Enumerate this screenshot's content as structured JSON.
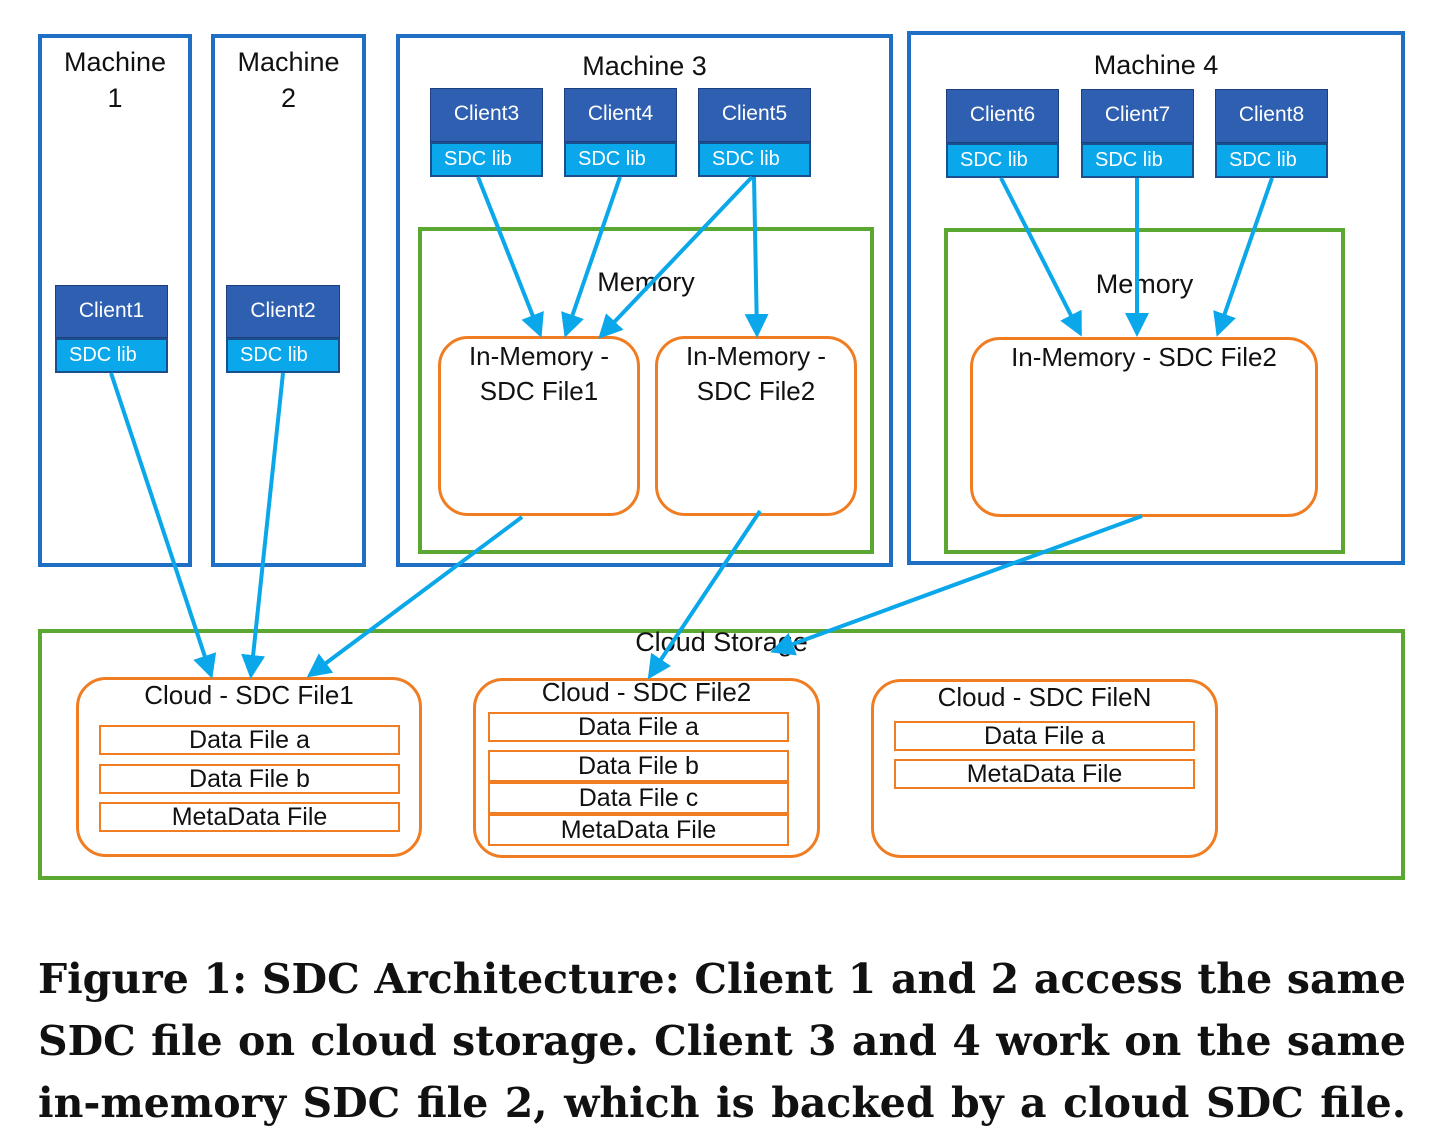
{
  "machines": [
    {
      "label": "Machine\n1"
    },
    {
      "label": "Machine\n2"
    },
    {
      "label": "Machine 3"
    },
    {
      "label": "Machine 4"
    }
  ],
  "clients": [
    {
      "name": "Client1",
      "lib": "SDC lib"
    },
    {
      "name": "Client2",
      "lib": "SDC lib"
    },
    {
      "name": "Client3",
      "lib": "SDC lib"
    },
    {
      "name": "Client4",
      "lib": "SDC lib"
    },
    {
      "name": "Client5",
      "lib": "SDC lib"
    },
    {
      "name": "Client6",
      "lib": "SDC lib"
    },
    {
      "name": "Client7",
      "lib": "SDC lib"
    },
    {
      "name": "Client8",
      "lib": "SDC lib"
    }
  ],
  "memory": [
    {
      "label": "Memory"
    },
    {
      "label": "Memory"
    }
  ],
  "inmemory": [
    {
      "label": "In-Memory -\nSDC File1"
    },
    {
      "label": "In-Memory -\nSDC File2"
    },
    {
      "label": "In-Memory - SDC File2"
    }
  ],
  "cloud": {
    "label": "Cloud Storage",
    "files": [
      {
        "label": "Cloud - SDC File1",
        "items": [
          "Data File a",
          "Data File b",
          "MetaData File"
        ]
      },
      {
        "label": "Cloud - SDC File2",
        "items": [
          "Data File a",
          "Data File b",
          "Data File c",
          "MetaData File"
        ]
      },
      {
        "label": "Cloud - SDC FileN",
        "items": [
          "Data File a",
          "MetaData File"
        ]
      }
    ]
  },
  "caption": "Figure 1: SDC Architecture: Client 1 and 2 access the same SDC file on cloud storage. Client 3 and 4 work on the same in-memory SDC file 2, which is backed by a cloud SDC file.",
  "colors": {
    "machine_border": "#1f6fc4",
    "memory_border": "#5aa832",
    "file_border": "#f07d22",
    "client_fill": "#2f5fb0",
    "lib_fill": "#0aa7ea",
    "arrow": "#0aa7ea"
  }
}
